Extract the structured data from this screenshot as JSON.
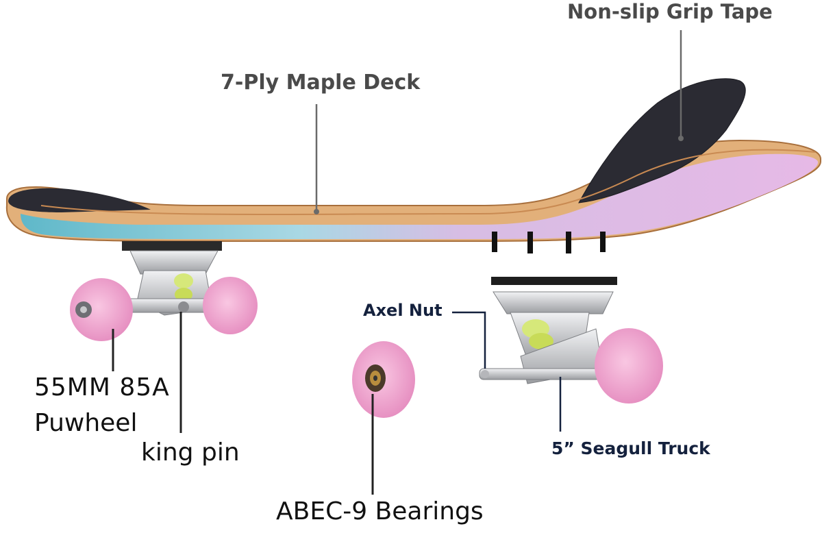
{
  "labels": {
    "grip_tape": "Non-slip Grip Tape",
    "deck": "7-Ply Maple Deck",
    "axel_nut": "Axel Nut",
    "wheel_line1": "55MM 85A",
    "wheel_line2": "Puwheel",
    "king_pin": "king pin",
    "truck": "5” Seagull Truck",
    "bearings": "ABEC-9 Bearings"
  },
  "colors": {
    "grip": "#2b2b33",
    "wood": "#e3b784",
    "deck_pink": "#dcb7e3",
    "deck_teal": "#7fc4d6",
    "wheel": "#f0a9cf",
    "metal": "#c8c9cc",
    "bushing": "#d6e87a",
    "leader_line": "#6a6a6a",
    "label_gray": "#4a4a4a",
    "label_navy": "#14213d"
  }
}
